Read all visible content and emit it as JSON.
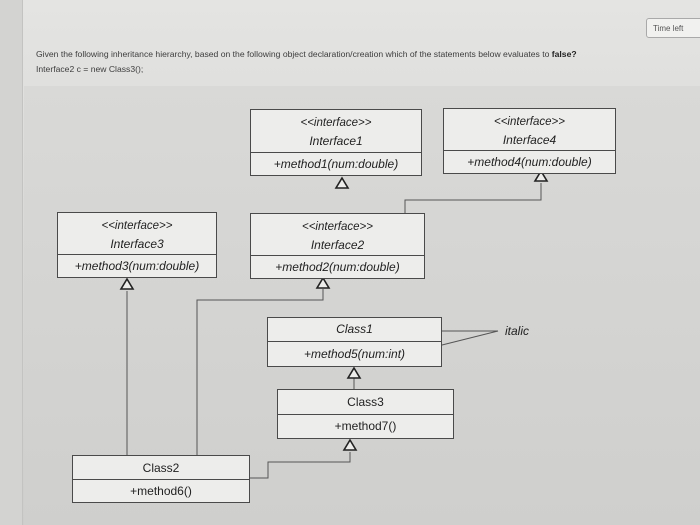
{
  "timer": {
    "label": "Time left"
  },
  "question": {
    "prefix": "Given the following inheritance hierarchy, based on the following object declaration/creation which of the statements below evaluates to ",
    "emphasis": "false?",
    "code": "Interface2 c = new Class3();"
  },
  "diagram": {
    "interface1": {
      "stereotype": "<<interface>>",
      "name": "Interface1",
      "method": "+method1(num:double)"
    },
    "interface4": {
      "stereotype": "<<interface>>",
      "name": "Interface4",
      "method": "+method4(num:double)"
    },
    "interface3": {
      "stereotype": "<<interface>>",
      "name": "Interface3",
      "method": "+method3(num:double)"
    },
    "interface2": {
      "stereotype": "<<interface>>",
      "name": "Interface2",
      "method": "+method2(num:double)"
    },
    "class1": {
      "name": "Class1",
      "method": "+method5(num:int)"
    },
    "class3": {
      "name": "Class3",
      "method": "+method7()"
    },
    "class2": {
      "name": "Class2",
      "method": "+method6()"
    },
    "annotation": "italic"
  }
}
